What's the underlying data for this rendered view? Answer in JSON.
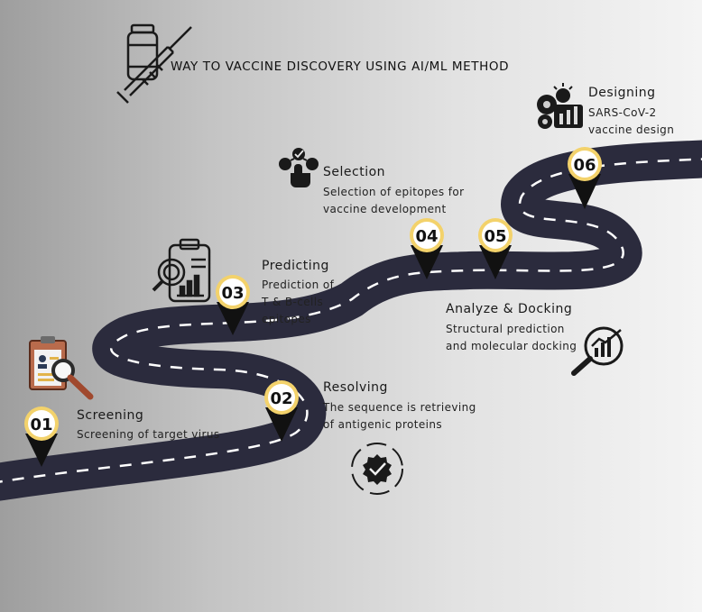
{
  "title": "WAY TO VACCINE DISCOVERY USING AI/ML METHOD",
  "steps": [
    {
      "num": "01",
      "title": "Screening",
      "desc": [
        "Screening of target virus"
      ],
      "icon": "clipboard-magnifier-icon"
    },
    {
      "num": "02",
      "title": "Resolving",
      "desc": [
        "The sequence is retrieving",
        "of antigenic proteins"
      ],
      "icon": "verified-badge-icon"
    },
    {
      "num": "03",
      "title": "Predicting",
      "desc": [
        "Prediction of",
        "T & B-cells",
        "epitopes"
      ],
      "icon": "report-magnifier-icon"
    },
    {
      "num": "04",
      "title": "Selection",
      "desc": [
        "Selection of epitopes for",
        "vaccine development"
      ],
      "icon": "hand-select-icon"
    },
    {
      "num": "05",
      "title": "Analyze & Docking",
      "desc": [
        "Structural prediction",
        "and molecular docking"
      ],
      "icon": "magnifier-chart-icon"
    },
    {
      "num": "06",
      "title": "Designing",
      "desc": [
        "SARS-CoV-2",
        "vaccine design"
      ],
      "icon": "gear-bulb-icon"
    }
  ],
  "colors": {
    "road": "#2b2b3d",
    "pin": "#f3d26b",
    "dash": "#ffffff"
  }
}
